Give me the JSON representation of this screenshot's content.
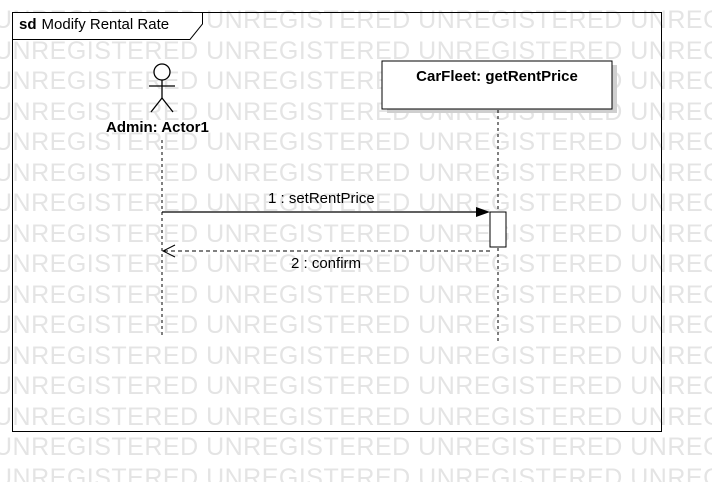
{
  "frame": {
    "keyword": "sd",
    "title": "Modify Rental Rate"
  },
  "watermark": {
    "text": "UNREGISTERED"
  },
  "lifelines": {
    "actor": {
      "label": "Admin: Actor1"
    },
    "object": {
      "label": "CarFleet: getRentPrice"
    }
  },
  "messages": [
    {
      "label": "1 : setRentPrice",
      "kind": "synchronous"
    },
    {
      "label": "2 : confirm",
      "kind": "return"
    }
  ]
}
